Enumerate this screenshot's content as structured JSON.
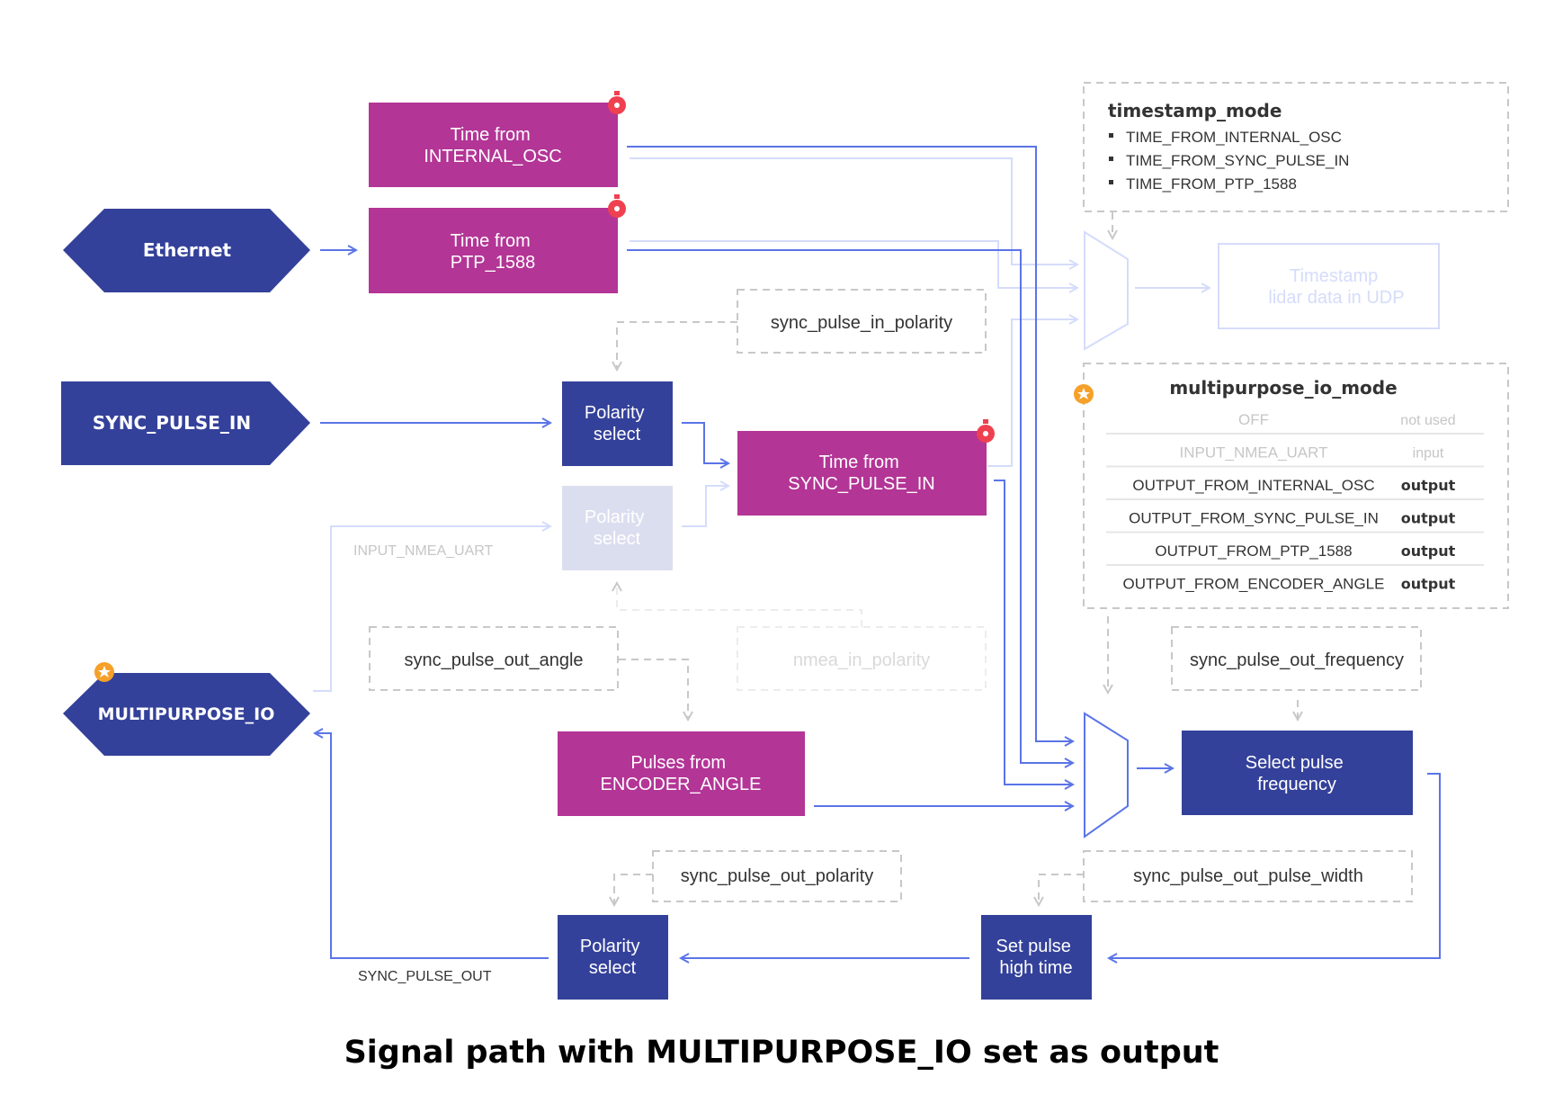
{
  "colors": {
    "magenta": "#b33596",
    "navy": "#34419a",
    "faded_fill": "#dbdeef",
    "line": "#5b74e8",
    "line_faded": "#d5dcfb",
    "dashed": "#c8c8c8",
    "dashed_faded": "#ececec",
    "text_dark": "#333333",
    "text_faded": "#c6c6c6",
    "badge_red": "#ef4050",
    "badge_orange": "#f6a02a"
  },
  "blocks": {
    "time_internal_osc": [
      "Time from",
      "INTERNAL_OSC"
    ],
    "time_ptp_1588": [
      "Time from",
      "PTP_1588"
    ],
    "time_sync_pulse_in": [
      "Time from",
      "SYNC_PULSE_IN"
    ],
    "polarity_select_in": [
      "Polarity",
      "select"
    ],
    "polarity_select_nmea": [
      "Polarity",
      "select"
    ],
    "pulses_encoder_angle": [
      "Pulses from",
      "ENCODER_ANGLE"
    ],
    "select_pulse_frequency": [
      "Select pulse",
      "frequency"
    ],
    "set_pulse_high_time": [
      "Set pulse",
      "high time"
    ],
    "polarity_select_out": [
      "Polarity",
      "select"
    ],
    "timestamp_lidar": [
      "Timestamp",
      "lidar data in UDP"
    ]
  },
  "ports": {
    "ethernet": "Ethernet",
    "sync_pulse_in": "SYNC_PULSE_IN",
    "multipurpose_io": "MULTIPURPOSE_IO"
  },
  "params": {
    "sync_pulse_in_polarity": "sync_pulse_in_polarity",
    "sync_pulse_out_angle": "sync_pulse_out_angle",
    "nmea_in_polarity": "nmea_in_polarity",
    "sync_pulse_out_frequency": "sync_pulse_out_frequency",
    "sync_pulse_out_polarity": "sync_pulse_out_polarity",
    "sync_pulse_out_pulse_width": "sync_pulse_out_pulse_width"
  },
  "signal_labels": {
    "input_nmea_uart": "INPUT_NMEA_UART",
    "sync_pulse_out": "SYNC_PULSE_OUT"
  },
  "timestamp_mode": {
    "title": "timestamp_mode",
    "items": [
      "TIME_FROM_INTERNAL_OSC",
      "TIME_FROM_SYNC_PULSE_IN",
      "TIME_FROM_PTP_1588"
    ]
  },
  "multipurpose_io_mode": {
    "title": "multipurpose_io_mode",
    "rows": [
      {
        "mode": "OFF",
        "use": "not used",
        "active": false
      },
      {
        "mode": "INPUT_NMEA_UART",
        "use": "input",
        "active": false
      },
      {
        "mode": "OUTPUT_FROM_INTERNAL_OSC",
        "use": "output",
        "active": true
      },
      {
        "mode": "OUTPUT_FROM_SYNC_PULSE_IN",
        "use": "output",
        "active": true
      },
      {
        "mode": "OUTPUT_FROM_PTP_1588",
        "use": "output",
        "active": true
      },
      {
        "mode": "OUTPUT_FROM_ENCODER_ANGLE",
        "use": "output",
        "active": true
      }
    ]
  },
  "caption": "Signal path with MULTIPURPOSE_IO set as output"
}
